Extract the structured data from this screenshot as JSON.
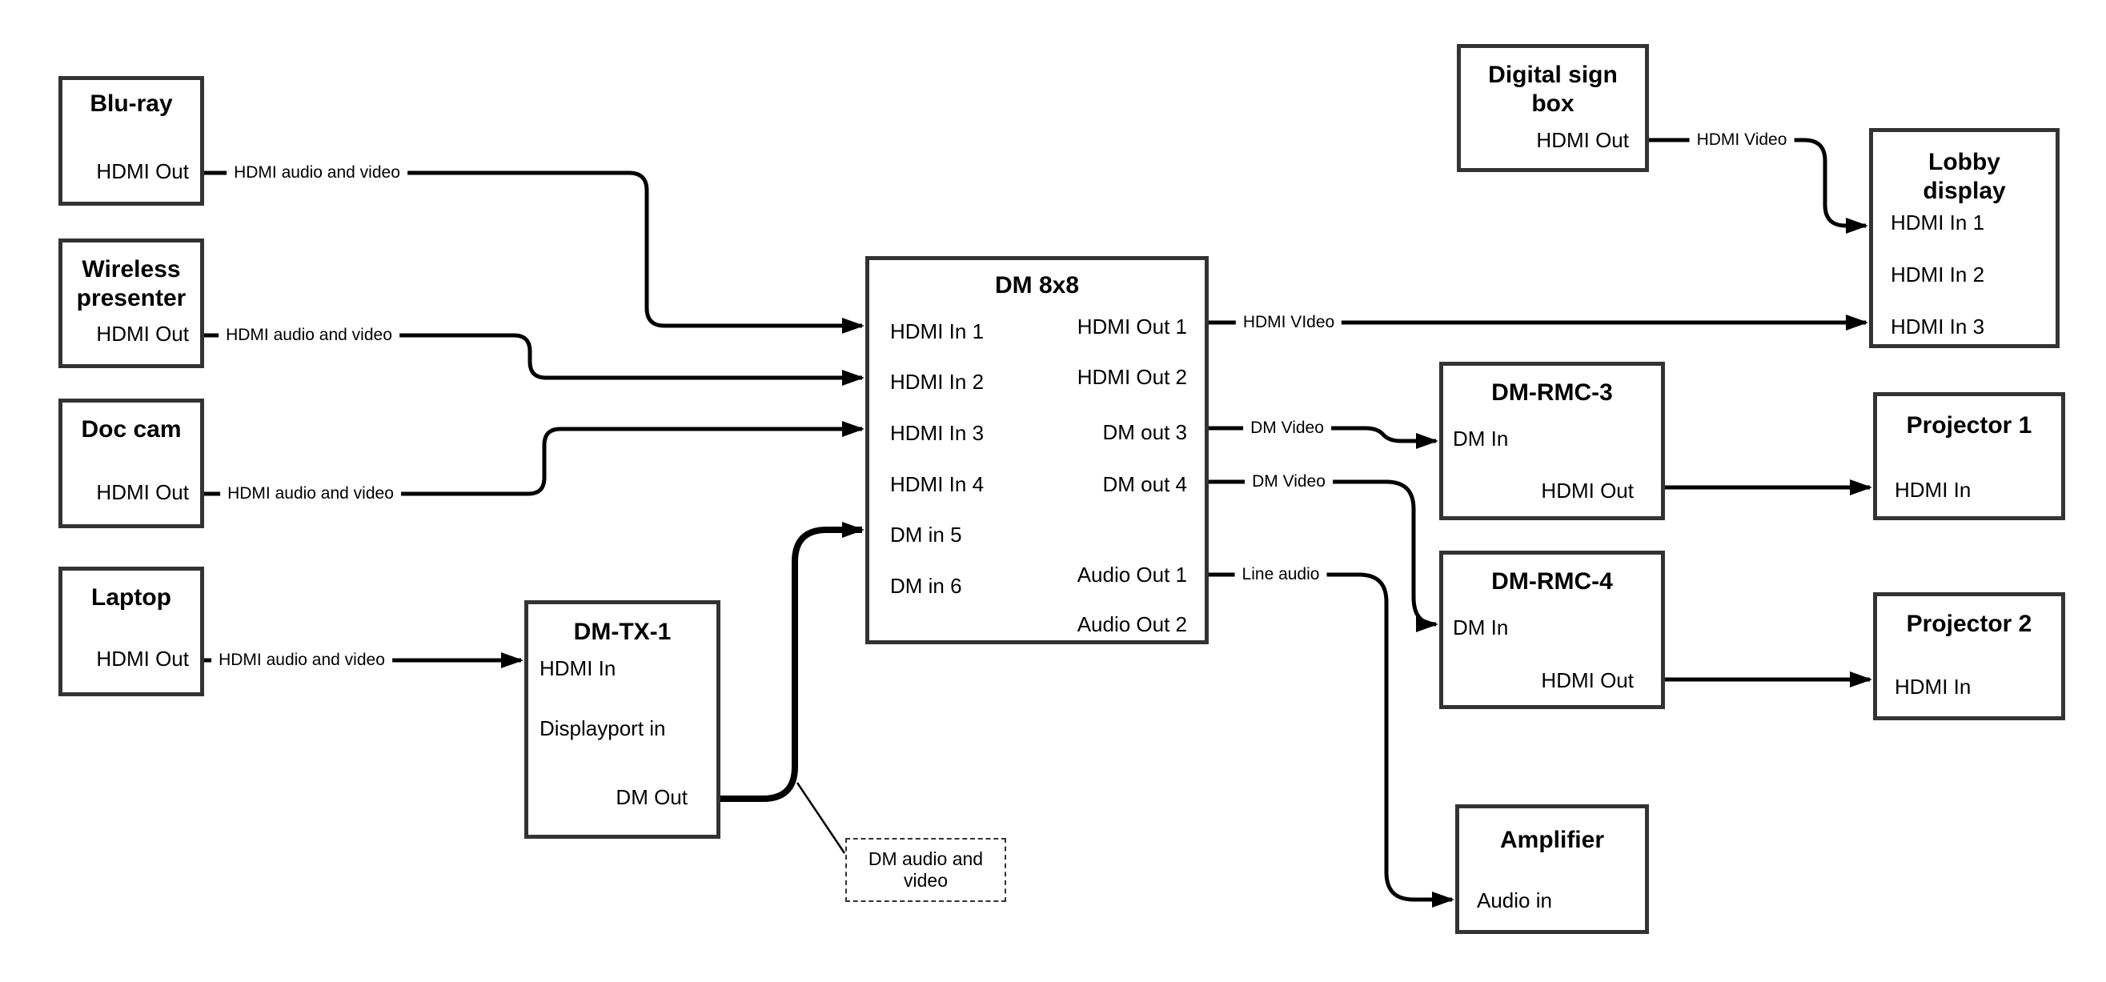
{
  "diagram": {
    "colors": {
      "background": "#ffffff",
      "box_border": "#333333",
      "wire": "#000000",
      "text": "#000000"
    },
    "nodes": {
      "bluray": {
        "title": "Blu-ray",
        "port_out": "HDMI Out"
      },
      "wireless": {
        "title_line1": "Wireless",
        "title_line2": "presenter",
        "port_out": "HDMI Out"
      },
      "doccam": {
        "title": "Doc cam",
        "port_out": "HDMI Out"
      },
      "laptop": {
        "title": "Laptop",
        "port_out": "HDMI Out"
      },
      "dmtx1": {
        "title": "DM-TX-1",
        "port_in1": "HDMI In",
        "port_in2": "Displayport in",
        "port_out": "DM Out"
      },
      "dm8x8": {
        "title": "DM 8x8",
        "in_ports": [
          "HDMI In 1",
          "HDMI In 2",
          "HDMI In 3",
          "HDMI In 4",
          "DM in 5",
          "DM in 6"
        ],
        "out_ports": [
          "HDMI Out 1",
          "HDMI Out 2",
          "DM out 3",
          "DM out 4",
          "Audio Out 1",
          "Audio Out 2"
        ]
      },
      "sign": {
        "title_line1": "Digital sign",
        "title_line2": "box",
        "port_out": "HDMI Out"
      },
      "lobby": {
        "title_line1": "Lobby",
        "title_line2": "display",
        "ports": [
          "HDMI In 1",
          "HDMI In 2",
          "HDMI In 3"
        ]
      },
      "rmc3": {
        "title": "DM-RMC-3",
        "port_in": "DM In",
        "port_out": "HDMI Out"
      },
      "rmc4": {
        "title": "DM-RMC-4",
        "port_in": "DM In",
        "port_out": "HDMI Out"
      },
      "proj1": {
        "title": "Projector 1",
        "port_in": "HDMI In"
      },
      "proj2": {
        "title": "Projector 2",
        "port_in": "HDMI In"
      },
      "amp": {
        "title": "Amplifier",
        "port_in": "Audio in"
      }
    },
    "wire_labels": {
      "bluray_dm8x8": "HDMI audio and video",
      "wireless_dm8x8": "HDMI audio and video",
      "doccam_dm8x8": "HDMI audio and video",
      "laptop_dmtx1": "HDMI audio and video",
      "dm8x8_lobby": "HDMI VIdeo",
      "dm8x8_rmc3": "DM Video",
      "dm8x8_rmc4": "DM Video",
      "dm8x8_amp": "Line audio",
      "sign_lobby": "HDMI Video"
    },
    "note": {
      "line1": "DM audio and",
      "line2": "video"
    }
  }
}
